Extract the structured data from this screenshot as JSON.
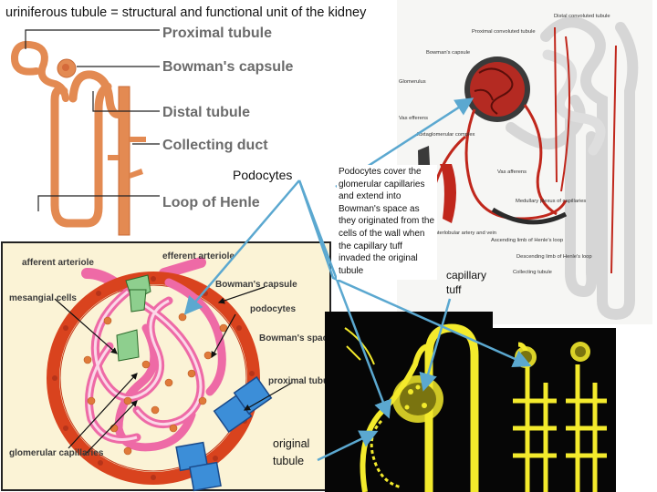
{
  "title": "uriniferous tubule = structural and functional unit of the kidney",
  "tubule_panel": {
    "labels": [
      "Proximal tubule",
      "Bowman's capsule",
      "Distal tubule",
      "Collecting duct",
      "Loop of Henle"
    ]
  },
  "nephron_panel": {
    "labels": {
      "distal_convoluted": "Distal convoluted tubule",
      "proximal_convoluted": "Proximal convoluted tubule",
      "bowmans_capsule": "Bowman's capsule",
      "glomerulus": "Glomerulus",
      "vas_efferens": "Vas efferens",
      "juxtaglomerular": "Juxtaglomerular complex",
      "vas_afferens": "Vas afferens",
      "medullary_plexus": "Medullary plexus of capillaries",
      "interlobular": "Interlobular artery and vein",
      "ascending_limb": "Ascending limb of Henle's loop",
      "descending_limb": "Descending limb of Henle's loop",
      "collecting": "Collecting tubule"
    }
  },
  "glomerulus_panel": {
    "labels": {
      "afferent": "afferent arteriole",
      "efferent": "efferent arteriole",
      "mesangial": "mesangial cells",
      "bowman": "Bowman's capsule",
      "podocytes": "podocytes",
      "space": "Bowman's space",
      "proximal": "proximal tubule",
      "glomerular": "glomerular capillaries"
    }
  },
  "annotations": {
    "podocytes": "Podocytes",
    "note": "Podocytes cover the glomerular capillaries and extend into Bowman's space as they originated from the cells of the wall when the capillary tuff invaded the original tubule",
    "capillary_tuff": "capillary tuff",
    "original_tubule": "original tubule"
  },
  "colors": {
    "tubule": "#e38a52",
    "capsule_ring": "#d9431e",
    "capillary_pink": "#ee6aa6",
    "pointer": "#5ba8d0",
    "embryo_yellow": "#f3ea2c",
    "vessel_red": "#c0271c",
    "label_gray": "#6b6b6b"
  }
}
